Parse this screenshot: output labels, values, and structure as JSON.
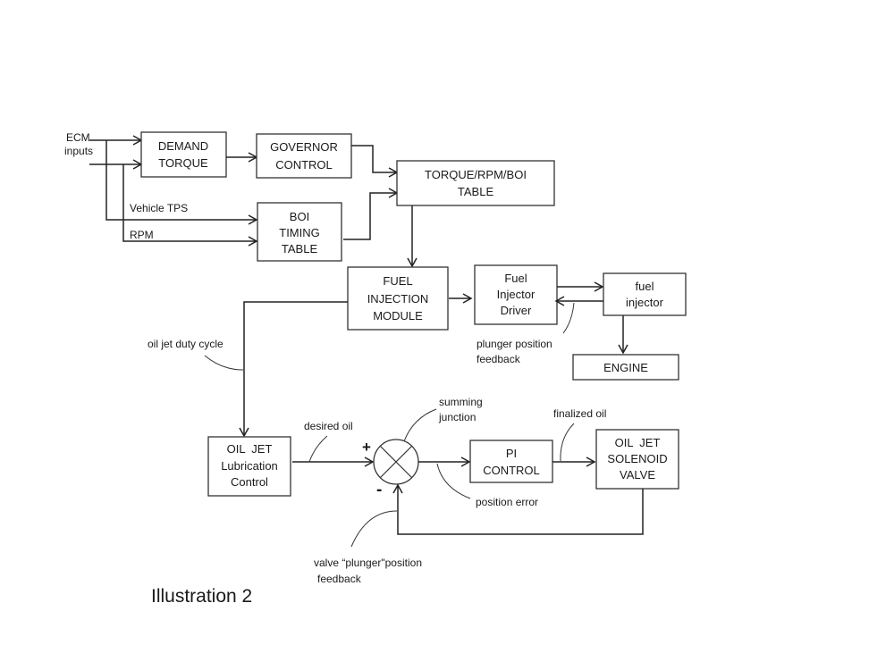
{
  "title": "Illustration 2",
  "inputs_label": [
    "ECM",
    "inputs"
  ],
  "blocks": {
    "demand_torque": [
      "DEMAND",
      "TORQUE"
    ],
    "governor_control": [
      "GOVERNOR",
      "CONTROL"
    ],
    "torque_rpm_boi_table": [
      "TORQUE/RPM/BOI",
      "TABLE"
    ],
    "boi_timing_table": [
      "BOI",
      "TIMING",
      "TABLE"
    ],
    "fuel_injection_module": [
      "FUEL",
      "INJECTION",
      "MODULE"
    ],
    "fuel_injector_driver": [
      "Fuel",
      "Injector",
      "Driver"
    ],
    "fuel_injector": [
      "fuel",
      "injector"
    ],
    "engine": [
      "ENGINE"
    ],
    "oil_jet_lubrication_control": [
      "OIL  JET",
      "Lubrication",
      "Control"
    ],
    "pi_control": [
      "PI",
      "CONTROL"
    ],
    "oil_jet_solenoid_valve": [
      "OIL  JET",
      "SOLENOID",
      "VALVE"
    ]
  },
  "labels": {
    "vehicle_tps": "Vehicle TPS",
    "rpm": "RPM",
    "plunger_position_feedback": [
      "plunger position",
      "feedback"
    ],
    "oil_jet_duty_cycle": "oil jet duty cycle",
    "desired_oil": "desired oil",
    "summing_junction": [
      "summing",
      "junction"
    ],
    "finalized_oil": "finalized oil",
    "position_error": "position error",
    "valve_plunger_feedback": [
      "valve “plunger\"position",
      "feedback"
    ],
    "plus_sign": "+",
    "minus_sign": "-"
  }
}
